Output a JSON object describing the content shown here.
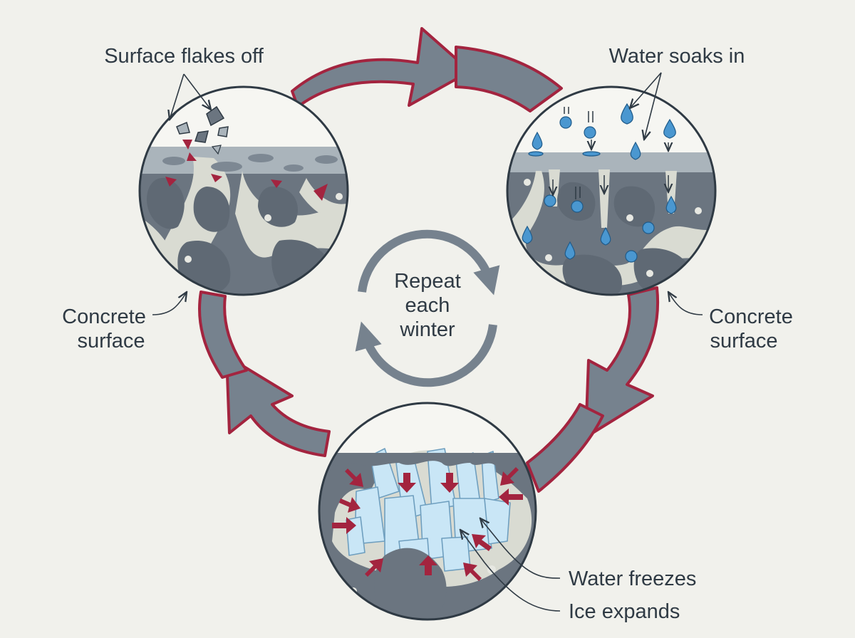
{
  "labels": {
    "surface_flakes_off": "Surface flakes off",
    "water_soaks_in": "Water soaks in",
    "left_surface_line1": "Concrete",
    "left_surface_line2": "surface",
    "right_surface_line1": "Concrete",
    "right_surface_line2": "surface",
    "water_freezes": "Water freezes",
    "ice_expands": "Ice expands",
    "center_line1": "Repeat",
    "center_line2": "each",
    "center_line3": "winter"
  },
  "colors": {
    "background": "#f1f1ec",
    "arrow_fill": "#76828e",
    "arrow_outline": "#a3243f",
    "concrete_dark": "#6b7580",
    "concrete_light": "#aab4bb",
    "crack": "#d9dbd2",
    "water": "#4a97d0",
    "ice": "#c9e6f6",
    "text": "#2f3a44"
  },
  "icons": [
    "pressure-arrow-icon",
    "water-drop-icon",
    "flake-icon",
    "cycle-arrow-icon"
  ]
}
